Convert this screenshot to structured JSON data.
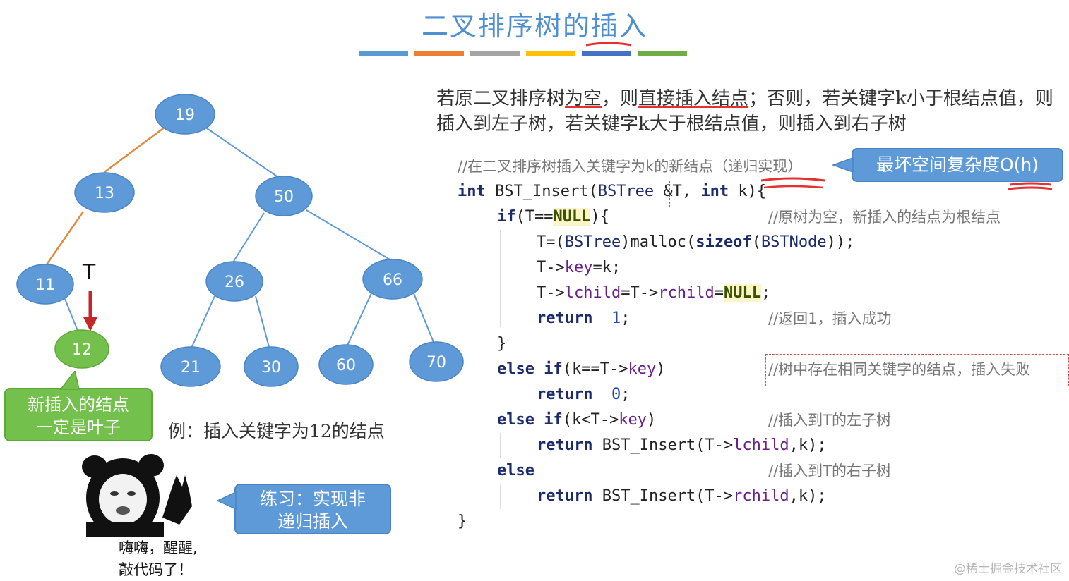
{
  "title": "二叉排序树的插入",
  "title_bar_colors": [
    "#5b9bd5",
    "#ed7d31",
    "#a5a5a5",
    "#ffc000",
    "#4472c4",
    "#70ad47"
  ],
  "intro": {
    "part1": "若原二叉排序树",
    "part2": "为空",
    "part3": "，则",
    "part4": "直接插入结点",
    "part5": "；否则，若关键字k小于根结点值，则插入到左子树，若关键字k大于根结点值，则插入到右子树"
  },
  "tree": {
    "nodes": [
      {
        "id": "n19",
        "label": "19"
      },
      {
        "id": "n13",
        "label": "13"
      },
      {
        "id": "n50",
        "label": "50"
      },
      {
        "id": "n11",
        "label": "11"
      },
      {
        "id": "n26",
        "label": "26"
      },
      {
        "id": "n66",
        "label": "66"
      },
      {
        "id": "n12",
        "label": "12"
      },
      {
        "id": "n21",
        "label": "21"
      },
      {
        "id": "n30",
        "label": "30"
      },
      {
        "id": "n60",
        "label": "60"
      },
      {
        "id": "n70",
        "label": "70"
      }
    ],
    "pointer_label": "T",
    "colors": {
      "node": "#5f9ad8",
      "new_node": "#73c04c",
      "path_edge": "#e08a3c",
      "edge": "#5f9ad8",
      "arrow": "#c0282c"
    }
  },
  "callouts": {
    "leaf_note": [
      "新插入的结点",
      "一定是叶子"
    ],
    "complexity": "最坏空间复杂度O(h)",
    "exercise": [
      "练习：实现非",
      "递归插入"
    ]
  },
  "example": "例：插入关键字为12的结点",
  "meme_caption": [
    "嗨嗨，醒醒,",
    "敲代码了！"
  ],
  "watermark": "@稀土掘金技术社区",
  "code": {
    "comment_header": "//在二叉排序树插入关键字为k的新结点（递归实现）",
    "line1": {
      "int": "int",
      "fn": " BST_Insert(",
      "type": "BSTree",
      "rest": " &T, ",
      "int2": "int",
      "rest2": " k){"
    },
    "line2": {
      "kw": "if",
      "a": "(T==",
      "null": "NULL",
      "b": "){",
      "comment": "//原树为空，新插入的结点为根结点"
    },
    "line3": {
      "a": "T=(",
      "type": "BSTree",
      "b": ")malloc(",
      "kw": "sizeof",
      "c": "(",
      "type2": "BSTNode",
      "d": "));"
    },
    "line4": {
      "a": "T->",
      "fld": "key",
      "b": "=k;"
    },
    "line5": {
      "a": "T->",
      "fld": "lchild",
      "b": "=T->",
      "fld2": "rchild",
      "c": "=",
      "null": "NULL",
      "d": ";"
    },
    "line6": {
      "kw": "return",
      "num": "1",
      "end": ";",
      "comment": "//返回1，插入成功"
    },
    "line7": "}",
    "line8": {
      "kw": "else",
      "kw2": "if",
      "a": "(k==T->",
      "fld": "key",
      "b": ")",
      "comment": "//树中存在相同关键字的结点，插入失败"
    },
    "line9": {
      "kw": "return",
      "num": "0",
      "end": ";"
    },
    "line10": {
      "kw": "else",
      "kw2": "if",
      "a": "(k<T->",
      "fld": "key",
      "b": ")",
      "comment": "//插入到T的左子树"
    },
    "line11": {
      "kw": "return",
      "a": " BST_Insert(T->",
      "fld": "lchild",
      "b": ",k);"
    },
    "line12": {
      "kw": "else",
      "comment": "//插入到T的右子树"
    },
    "line13": {
      "kw": "return",
      "a": " BST_Insert(T->",
      "fld": "rchild",
      "b": ",k);"
    },
    "line14": "}"
  }
}
